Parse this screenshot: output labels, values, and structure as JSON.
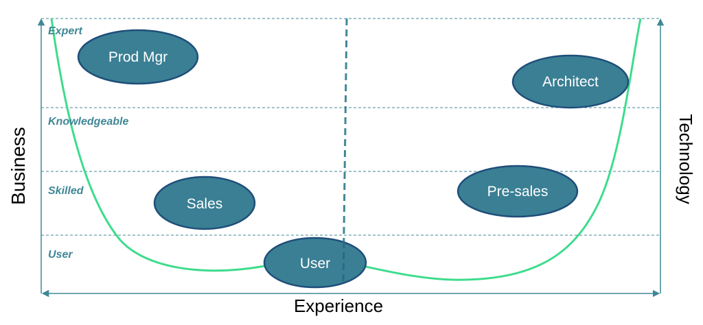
{
  "levels": [
    {
      "label": "Expert"
    },
    {
      "label": "Knowledgeable"
    },
    {
      "label": "Skilled"
    },
    {
      "label": "User"
    }
  ],
  "axes": {
    "left_label": "Business",
    "right_label": "Technology",
    "bottom_label": "Experience"
  },
  "roles": [
    {
      "label": "Prod Mgr"
    },
    {
      "label": "Architect"
    },
    {
      "label": "Sales"
    },
    {
      "label": "Pre-sales"
    },
    {
      "label": "User"
    }
  ],
  "colors": {
    "axis": "#3f8796",
    "gridline": "#3f8796",
    "curve": "#3ddc8c",
    "bubble_fill": "#3a7f94",
    "bubble_stroke": "#1f4e79",
    "bubble_text": "#ffffff",
    "level_text": "#3f8796"
  }
}
